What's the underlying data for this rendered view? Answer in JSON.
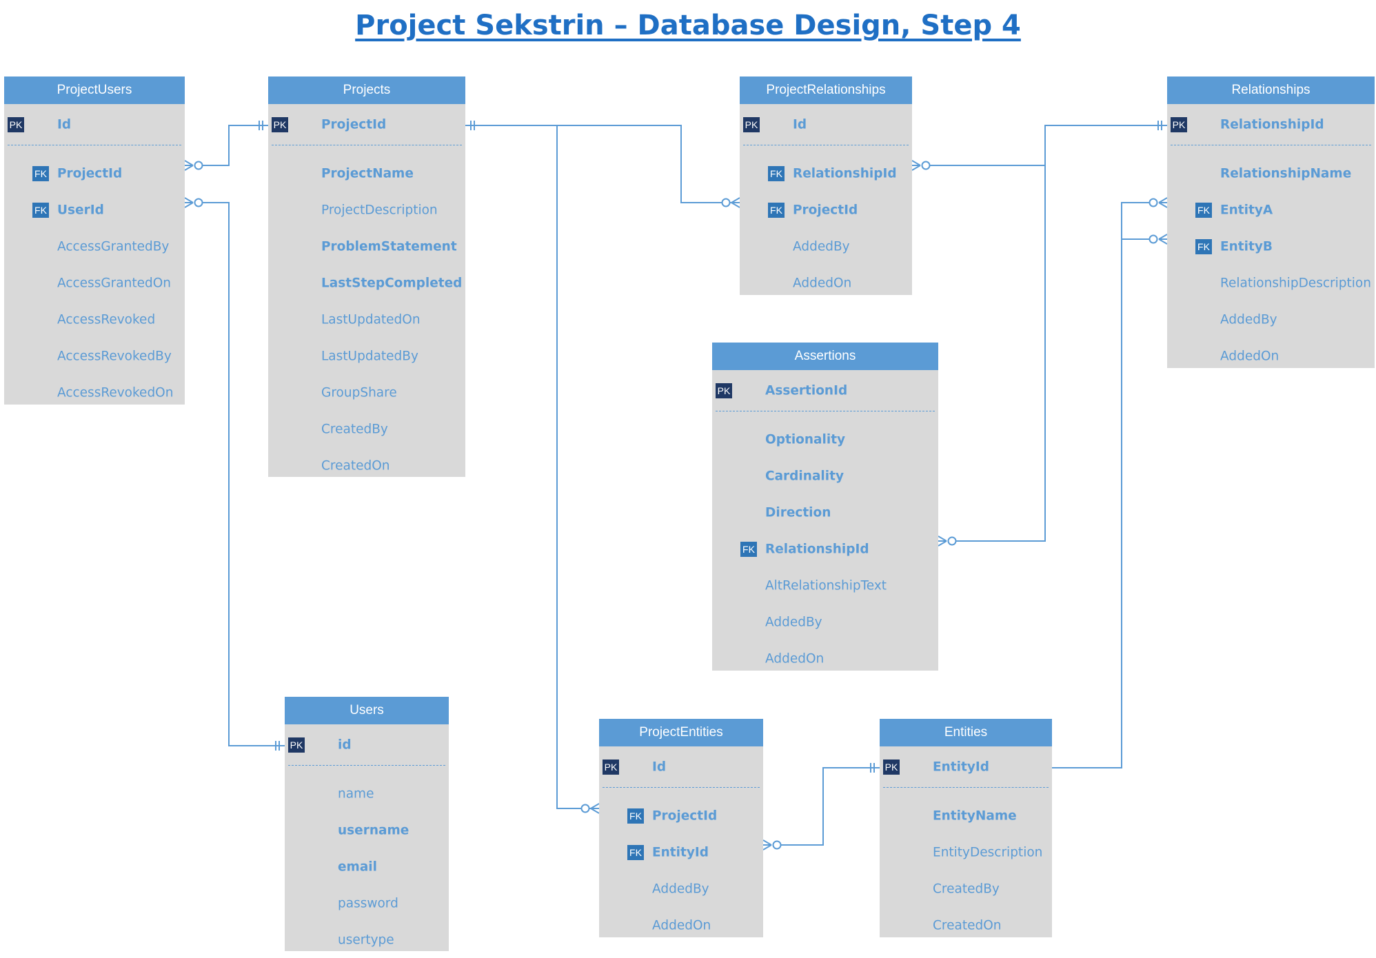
{
  "title": "Project Sekstrin – Database Design, Step 4",
  "key_labels": {
    "pk": "PK",
    "fk": "FK"
  },
  "colors": {
    "header": "#5b9bd5",
    "body": "#d9d9d9",
    "text": "#5b9bd5",
    "pk_badge": "#1f3864",
    "fk_badge": "#2e75b6",
    "title": "#1f6fc4"
  },
  "tables": {
    "projectusers": {
      "name": "ProjectUsers",
      "fields": [
        {
          "name": "Id",
          "key": "PK",
          "bold": true
        },
        {
          "name": "ProjectId",
          "key": "FK",
          "bold": true
        },
        {
          "name": "UserId",
          "key": "FK",
          "bold": true
        },
        {
          "name": "AccessGrantedBy",
          "key": "",
          "bold": false
        },
        {
          "name": "AccessGrantedOn",
          "key": "",
          "bold": false
        },
        {
          "name": "AccessRevoked",
          "key": "",
          "bold": false
        },
        {
          "name": "AccessRevokedBy",
          "key": "",
          "bold": false
        },
        {
          "name": "AccessRevokedOn",
          "key": "",
          "bold": false
        }
      ]
    },
    "projects": {
      "name": "Projects",
      "fields": [
        {
          "name": "ProjectId",
          "key": "PK",
          "bold": true
        },
        {
          "name": "ProjectName",
          "key": "",
          "bold": true
        },
        {
          "name": "ProjectDescription",
          "key": "",
          "bold": false
        },
        {
          "name": "ProblemStatement",
          "key": "",
          "bold": true
        },
        {
          "name": "LastStepCompleted",
          "key": "",
          "bold": true
        },
        {
          "name": "LastUpdatedOn",
          "key": "",
          "bold": false
        },
        {
          "name": "LastUpdatedBy",
          "key": "",
          "bold": false
        },
        {
          "name": "GroupShare",
          "key": "",
          "bold": false
        },
        {
          "name": "CreatedBy",
          "key": "",
          "bold": false
        },
        {
          "name": "CreatedOn",
          "key": "",
          "bold": false
        }
      ]
    },
    "projectrelationships": {
      "name": "ProjectRelationships",
      "fields": [
        {
          "name": "Id",
          "key": "PK",
          "bold": true
        },
        {
          "name": "RelationshipId",
          "key": "FK",
          "bold": true
        },
        {
          "name": "ProjectId",
          "key": "FK",
          "bold": true
        },
        {
          "name": "AddedBy",
          "key": "",
          "bold": false
        },
        {
          "name": "AddedOn",
          "key": "",
          "bold": false
        }
      ]
    },
    "relationships": {
      "name": "Relationships",
      "fields": [
        {
          "name": "RelationshipId",
          "key": "PK",
          "bold": true
        },
        {
          "name": "RelationshipName",
          "key": "",
          "bold": true
        },
        {
          "name": "EntityA",
          "key": "FK",
          "bold": true
        },
        {
          "name": "EntityB",
          "key": "FK",
          "bold": true
        },
        {
          "name": "RelationshipDescription",
          "key": "",
          "bold": false
        },
        {
          "name": "AddedBy",
          "key": "",
          "bold": false
        },
        {
          "name": "AddedOn",
          "key": "",
          "bold": false
        }
      ]
    },
    "assertions": {
      "name": "Assertions",
      "fields": [
        {
          "name": "AssertionId",
          "key": "PK",
          "bold": true
        },
        {
          "name": "Optionality",
          "key": "",
          "bold": true
        },
        {
          "name": "Cardinality",
          "key": "",
          "bold": true
        },
        {
          "name": "Direction",
          "key": "",
          "bold": true
        },
        {
          "name": "RelationshipId",
          "key": "FK",
          "bold": true
        },
        {
          "name": "AltRelationshipText",
          "key": "",
          "bold": false
        },
        {
          "name": "AddedBy",
          "key": "",
          "bold": false
        },
        {
          "name": "AddedOn",
          "key": "",
          "bold": false
        }
      ]
    },
    "users": {
      "name": "Users",
      "fields": [
        {
          "name": "id",
          "key": "PK",
          "bold": true
        },
        {
          "name": "name",
          "key": "",
          "bold": false
        },
        {
          "name": "username",
          "key": "",
          "bold": true
        },
        {
          "name": "email",
          "key": "",
          "bold": true
        },
        {
          "name": "password",
          "key": "",
          "bold": false
        },
        {
          "name": "usertype",
          "key": "",
          "bold": false
        }
      ]
    },
    "projectentities": {
      "name": "ProjectEntities",
      "fields": [
        {
          "name": "Id",
          "key": "PK",
          "bold": true
        },
        {
          "name": "ProjectId",
          "key": "FK",
          "bold": true
        },
        {
          "name": "EntityId",
          "key": "FK",
          "bold": true
        },
        {
          "name": "AddedBy",
          "key": "",
          "bold": false
        },
        {
          "name": "AddedOn",
          "key": "",
          "bold": false
        }
      ]
    },
    "entities": {
      "name": "Entities",
      "fields": [
        {
          "name": "EntityId",
          "key": "PK",
          "bold": true
        },
        {
          "name": "EntityName",
          "key": "",
          "bold": true
        },
        {
          "name": "EntityDescription",
          "key": "",
          "bold": false
        },
        {
          "name": "CreatedBy",
          "key": "",
          "bold": false
        },
        {
          "name": "CreatedOn",
          "key": "",
          "bold": false
        }
      ]
    }
  },
  "relations": [
    {
      "from": "ProjectUsers.ProjectId",
      "to": "Projects.ProjectId",
      "cardinality": "zero-or-many to exactly-one"
    },
    {
      "from": "ProjectUsers.UserId",
      "to": "Users.id",
      "cardinality": "zero-or-many to exactly-one"
    },
    {
      "from": "ProjectRelationships.ProjectId",
      "to": "Projects.ProjectId",
      "cardinality": "zero-or-many to exactly-one"
    },
    {
      "from": "ProjectEntities.ProjectId",
      "to": "Projects.ProjectId",
      "cardinality": "zero-or-many to exactly-one"
    },
    {
      "from": "ProjectRelationships.RelationshipId",
      "to": "Relationships.RelationshipId",
      "cardinality": "zero-or-many to exactly-one"
    },
    {
      "from": "Assertions.RelationshipId",
      "to": "Relationships.RelationshipId",
      "cardinality": "zero-or-many to exactly-one"
    },
    {
      "from": "Relationships.EntityA",
      "to": "Entities.EntityId",
      "cardinality": "zero-or-many to one"
    },
    {
      "from": "Relationships.EntityB",
      "to": "Entities.EntityId",
      "cardinality": "zero-or-many to one"
    },
    {
      "from": "ProjectEntities.EntityId",
      "to": "Entities.EntityId",
      "cardinality": "zero-or-many to exactly-one"
    }
  ]
}
